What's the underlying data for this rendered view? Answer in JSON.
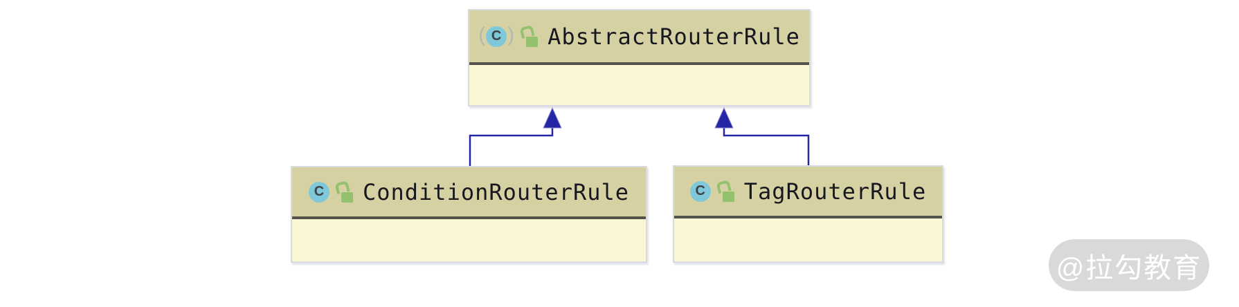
{
  "diagram": {
    "type": "uml-class-diagram",
    "classes": [
      {
        "id": "abstract-router-rule",
        "name": "AbstractRouterRule",
        "stereotype": "abstract class",
        "visibility": "public"
      },
      {
        "id": "condition-router-rule",
        "name": "ConditionRouterRule",
        "stereotype": "class",
        "visibility": "public"
      },
      {
        "id": "tag-router-rule",
        "name": "TagRouterRule",
        "stereotype": "class",
        "visibility": "public"
      }
    ],
    "relations": [
      {
        "from": "ConditionRouterRule",
        "to": "AbstractRouterRule",
        "type": "generalization"
      },
      {
        "from": "TagRouterRule",
        "to": "AbstractRouterRule",
        "type": "generalization"
      }
    ],
    "icons": {
      "class_letter": "C",
      "abstract_paren_open": "(",
      "abstract_paren_close": ")"
    }
  },
  "watermark": {
    "label": "@拉勾教育"
  },
  "colors": {
    "header-bg": "#d5d1a3",
    "body-bg": "#fbf6d3",
    "box-border": "#d9d9e2",
    "separator": "#54534b",
    "title-text": "#17171f",
    "edge": "#2526a6",
    "class-icon-bg": "#7fc8d9",
    "lock-green": "#93c16d",
    "watermark-bg": "#d9d9d9",
    "watermark-text": "#ffffff"
  }
}
